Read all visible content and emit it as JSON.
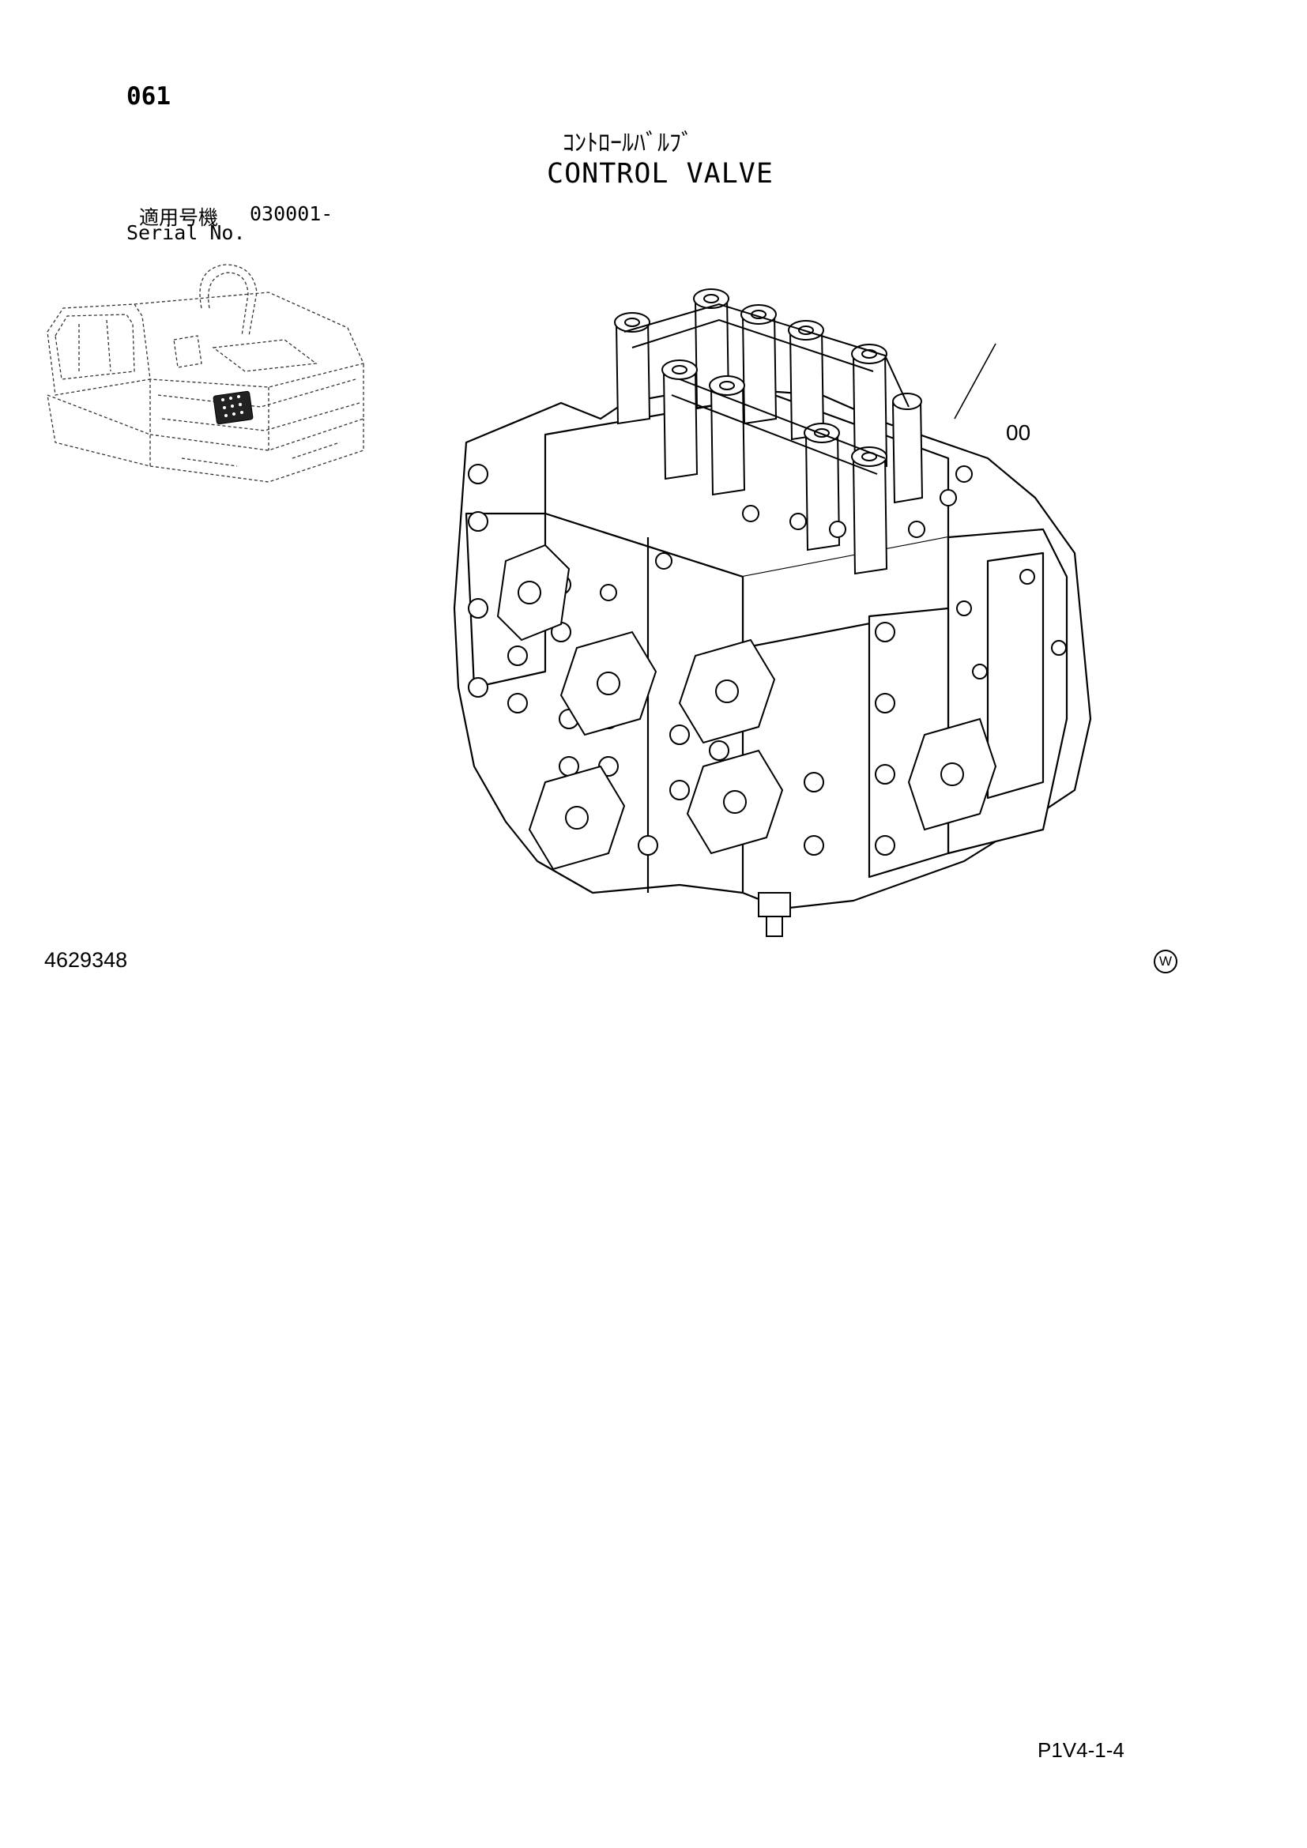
{
  "header": {
    "page_number": "061",
    "title_jp": "ｺﾝﾄﾛｰﾙﾊﾞﾙﾌﾞ",
    "title_en": "CONTROL VALVE"
  },
  "serial": {
    "label_jp": "適用号機",
    "value": "030001-",
    "label_en": "Serial No."
  },
  "diagram": {
    "callout_label": "00"
  },
  "footer": {
    "drawing_number": "4629348",
    "mark": "W",
    "page_code": "P1V4-1-4"
  }
}
